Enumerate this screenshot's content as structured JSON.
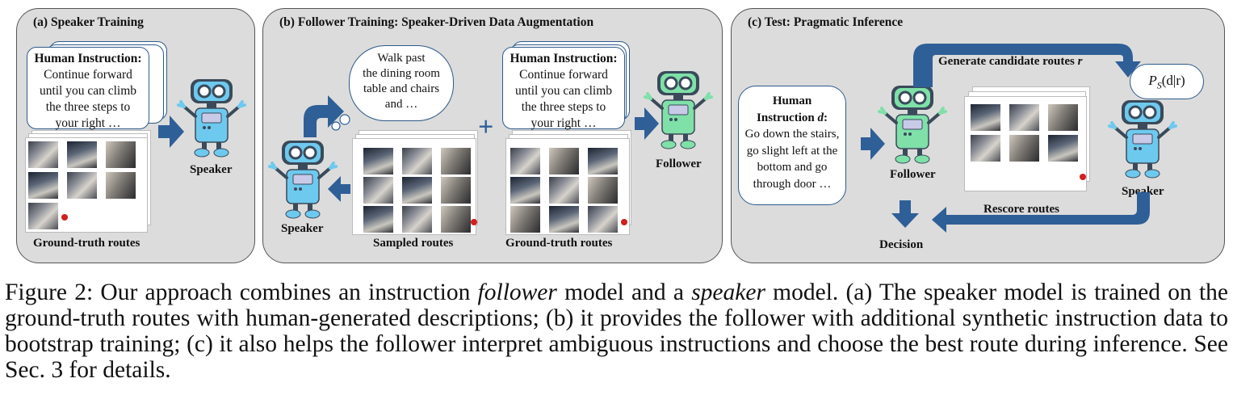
{
  "panels": {
    "a": {
      "title": "(a) Speaker Training",
      "instruction_head": "Human Instruction:",
      "instruction_lines": [
        "Continue forward",
        "until you can climb",
        "the three steps to",
        "your right …"
      ],
      "speaker_label": "Speaker",
      "routes_label": "Ground-truth routes"
    },
    "b": {
      "title": "(b) Follower Training: Speaker-Driven Data Augmentation",
      "thought_lines": [
        "Walk past",
        "the dining room",
        "table and chairs",
        "and …"
      ],
      "plus": "+",
      "instruction_head": "Human Instruction:",
      "instruction_lines": [
        "Continue forward",
        "until you can climb",
        "the three steps to",
        "your right …"
      ],
      "speaker_label": "Speaker",
      "sampled_label": "Sampled routes",
      "gt_label": "Ground-truth routes",
      "follower_label": "Follower"
    },
    "c": {
      "title": "(c) Test: Pragmatic Inference",
      "instruction_head_1": "Human",
      "instruction_head_2": "Instruction",
      "instruction_var": "d",
      "instruction_lines": [
        "Go down the stairs,",
        "go slight left at the",
        "bottom and go",
        "through door …"
      ],
      "generate_label": "Generate candidate routes",
      "generate_var": "r",
      "score_label": "P",
      "score_sub": "S",
      "score_args": "(d|r)",
      "follower_label": "Follower",
      "speaker_label": "Speaker",
      "rescore_label": "Rescore routes",
      "decision_label": "Decision"
    }
  },
  "caption": {
    "prefix": "Figure 2: Our approach combines an instruction ",
    "follower_em": "follower",
    "middle": " model and a ",
    "speaker_em": "speaker",
    "suffix": " model. (a) The speaker model is trained on the ground-truth routes with human-generated descriptions; (b) it provides the follower with additional synthetic instruction data to bootstrap training; (c) it also helps the follower interpret ambiguous instructions and choose the best route during inference. See Sec. 3 for details."
  },
  "colors": {
    "panel_bg": "#dcdcdc",
    "arrow_blue": "#2f5f97",
    "robot_blue": "#6ec9ee",
    "robot_green": "#7fe0a8",
    "robot_dark": "#3a4a5a"
  }
}
